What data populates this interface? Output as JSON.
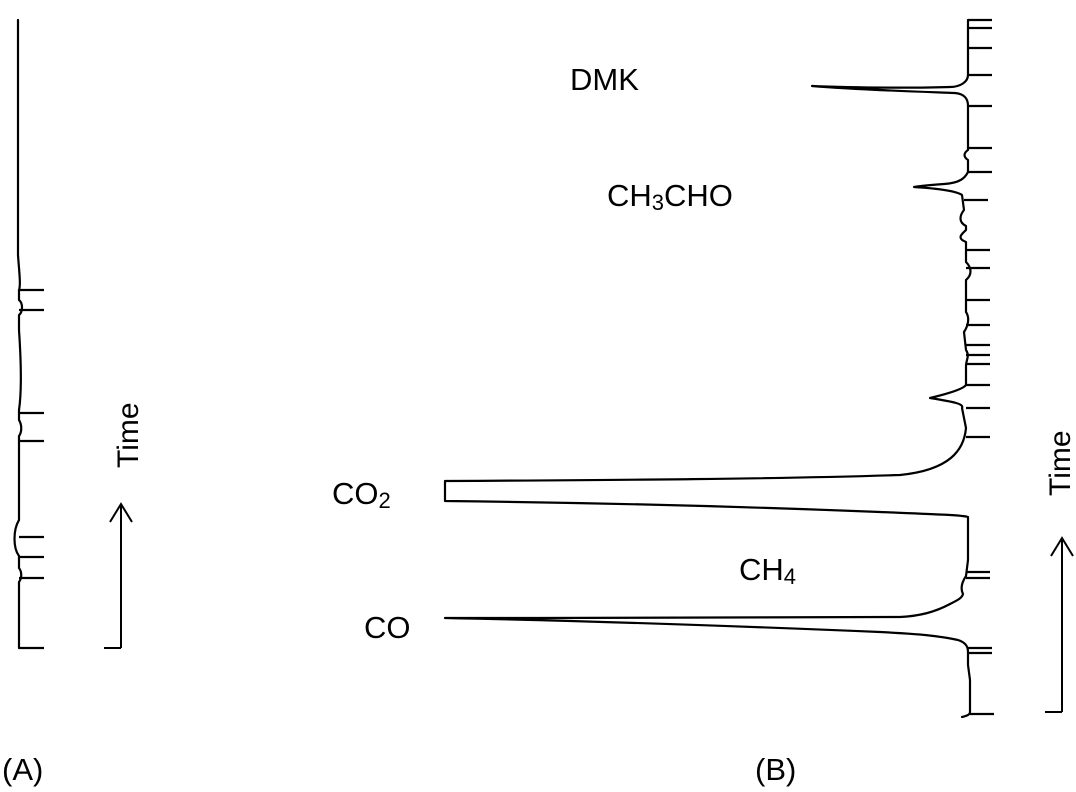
{
  "chart_data": {
    "type": "line",
    "orientation": "vertical-time-axis",
    "panels": [
      {
        "label": "(A)",
        "axis_label": "Time",
        "peaks": []
      },
      {
        "label": "(B)",
        "axis_label": "Time",
        "peaks": [
          {
            "base": "DMK",
            "sub": "",
            "rest": ""
          },
          {
            "base": "CH",
            "sub": "3",
            "rest": "CHO"
          },
          {
            "base": "CO",
            "sub": "2",
            "rest": ""
          },
          {
            "base": "CH",
            "sub": "4",
            "rest": ""
          },
          {
            "base": "CO",
            "sub": "",
            "rest": ""
          }
        ]
      }
    ]
  }
}
